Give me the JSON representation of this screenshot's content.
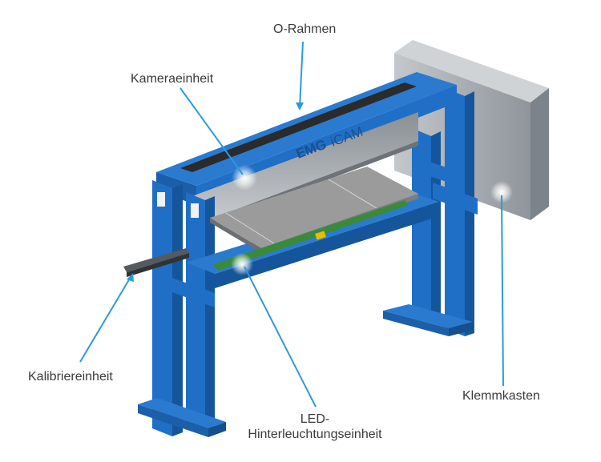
{
  "labels": {
    "o_rahmen": "O-Rahmen",
    "kameraeinheit": "Kameraeinheit",
    "kalibriereinheit": "Kalibriereinheit",
    "led_line1": "LED-",
    "led_line2": "Hinterleuchtungseinheit",
    "klemmkasten": "Klemmkasten"
  },
  "logo": {
    "brand": "EMG",
    "product": "iCAM"
  },
  "colors": {
    "frame_blue": "#1f6fc6",
    "frame_blue_dark": "#15559b",
    "leader_line": "#2a9ae0",
    "cabinet_gray": "#9aa0a6",
    "panel_gray": "#9b9b9b",
    "label_text": "#3a3a3a"
  }
}
